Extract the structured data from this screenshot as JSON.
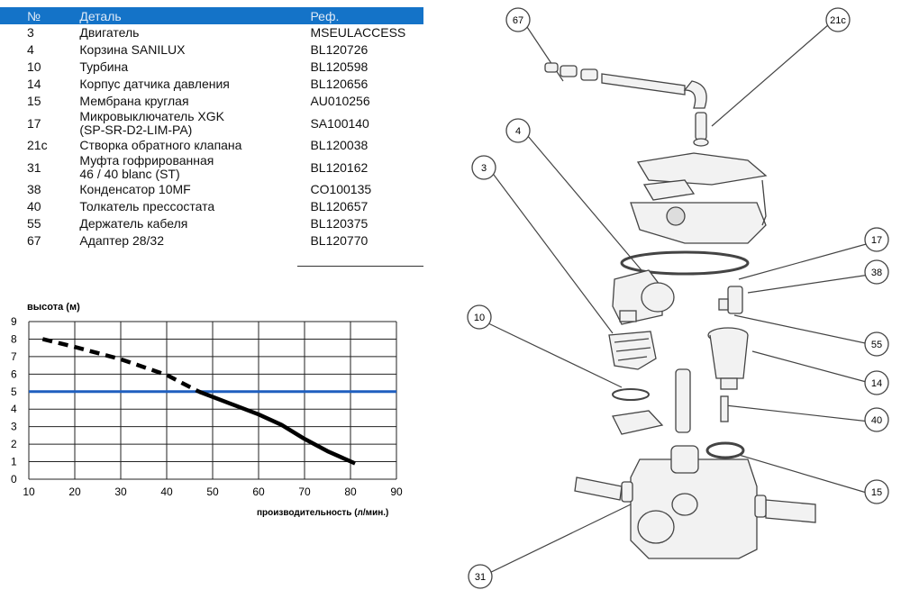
{
  "parts_table": {
    "headers": [
      "№",
      "Деталь",
      "Реф."
    ],
    "rows": [
      {
        "num": "3",
        "name": "Двигатель",
        "ref": "MSEULACCESS"
      },
      {
        "num": "4",
        "name": "Корзина SANILUX",
        "ref": "BL120726"
      },
      {
        "num": "10",
        "name": "Турбина",
        "ref": "BL120598"
      },
      {
        "num": "14",
        "name": "Корпус датчика давления",
        "ref": "BL120656"
      },
      {
        "num": "15",
        "name": "Мембрана круглая",
        "ref": "AU010256"
      },
      {
        "num": "17",
        "name": "Микровыключатель XGK\n(SP-SR-D2-LIM-PA)",
        "ref": "SA100140"
      },
      {
        "num": "21c",
        "name": "Створка обратного клапана",
        "ref": "BL120038"
      },
      {
        "num": "31",
        "name": "Муфта гофрированная\n46 / 40 blanc (ST)",
        "ref": "BL120162"
      },
      {
        "num": "38",
        "name": "Конденсатор 10MF",
        "ref": "CO100135"
      },
      {
        "num": "40",
        "name": "Толкатель прессостата",
        "ref": "BL120657"
      },
      {
        "num": "55",
        "name": "Держатель кабеля",
        "ref": "BL120375"
      },
      {
        "num": "67",
        "name": "Адаптер 28/32",
        "ref": "BL120770"
      }
    ]
  },
  "chart_data": {
    "type": "line",
    "ylabel": "высота (м)",
    "xlabel": "производительность (л/мин.)",
    "xlim": [
      10,
      90
    ],
    "ylim": [
      0,
      9
    ],
    "x_ticks": [
      10,
      20,
      30,
      40,
      50,
      60,
      70,
      80,
      90
    ],
    "y_ticks": [
      0,
      1,
      2,
      3,
      4,
      5,
      6,
      7,
      8,
      9
    ],
    "grid": true,
    "series": [
      {
        "style": "dashed",
        "x": [
          13,
          20,
          30,
          40,
          47
        ],
        "y": [
          8.0,
          7.55,
          6.85,
          5.95,
          5.0
        ]
      },
      {
        "style": "solid",
        "x": [
          47,
          55,
          60,
          65,
          70,
          75,
          81
        ],
        "y": [
          5.0,
          4.2,
          3.7,
          3.1,
          2.3,
          1.6,
          0.9
        ]
      }
    ],
    "reference_line": {
      "y": 5.0,
      "color": "#1f5fbf"
    }
  },
  "callouts": [
    "67",
    "21c",
    "4",
    "3",
    "10",
    "17",
    "38",
    "55",
    "14",
    "40",
    "15",
    "31"
  ],
  "colors": {
    "header_bg": "#1473c8",
    "header_text": "#dfeaf7",
    "reference_line": "#1f5fbf",
    "drawing": "#444444"
  }
}
